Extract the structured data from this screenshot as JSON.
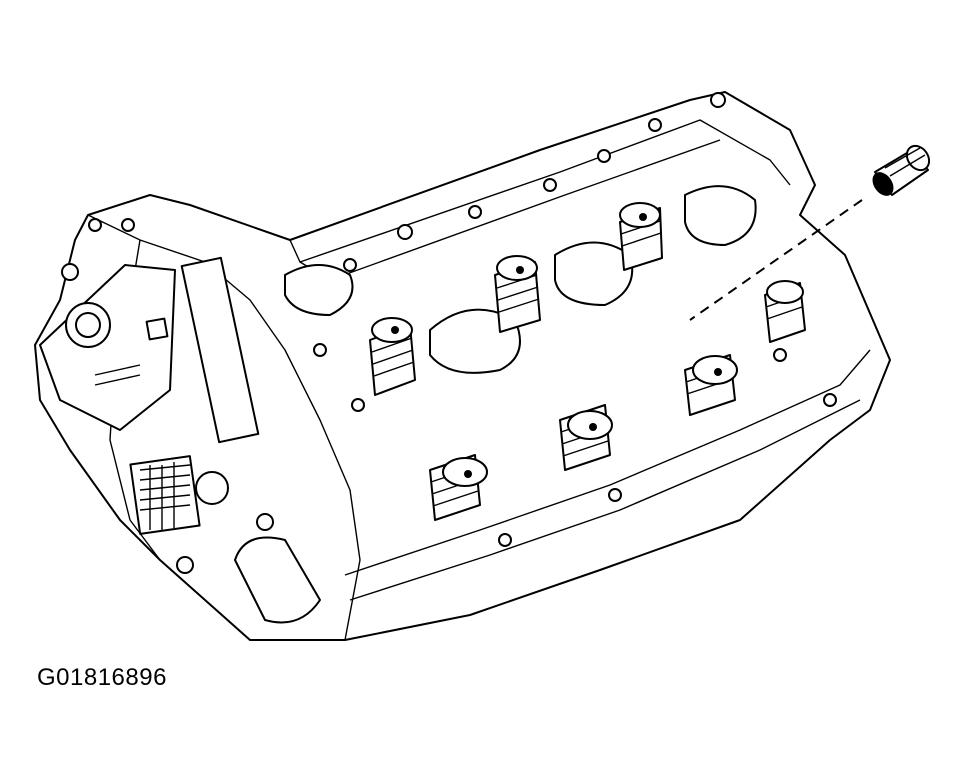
{
  "figure": {
    "id_label": "G01816896"
  },
  "parts": [
    "cylinder-head",
    "camshaft-journal",
    "valve-spring",
    "hydraulic-lash-adjuster"
  ]
}
